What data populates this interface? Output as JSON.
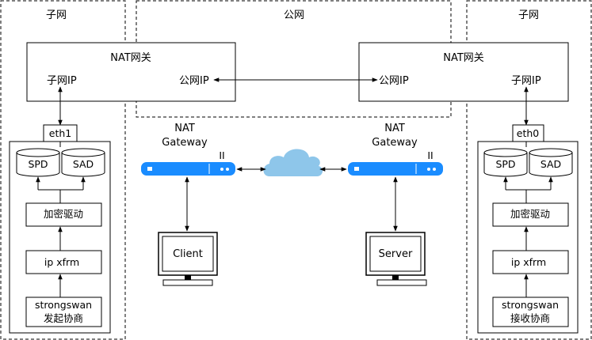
{
  "left": {
    "region_label": "子网",
    "nat_title": "NAT网关",
    "subnet_ip": "子网IP",
    "public_ip": "公网IP",
    "eth": "eth1",
    "spd": "SPD",
    "sad": "SAD",
    "driver": "加密驱动",
    "xfrm": "ip xfrm",
    "strongswan_line1": "strongswan",
    "strongswan_line2": "发起协商"
  },
  "center": {
    "region_label": "公网",
    "gw_left_line1": "NAT",
    "gw_left_line2": "Gateway",
    "gw_right_line1": "NAT",
    "gw_right_line2": "Gateway",
    "port_mark_left": "II",
    "port_mark_right": "II",
    "client": "Client",
    "server": "Server"
  },
  "right": {
    "region_label": "子网",
    "nat_title": "NAT网关",
    "public_ip": "公网IP",
    "subnet_ip": "子网IP",
    "eth": "eth0",
    "spd": "SPD",
    "sad": "SAD",
    "driver": "加密驱动",
    "xfrm": "ip xfrm",
    "strongswan_line1": "strongswan",
    "strongswan_line2": "接收协商"
  },
  "colors": {
    "gateway": "#1a8cff",
    "cloud": "#8ec6ea",
    "stroke": "#000000"
  }
}
